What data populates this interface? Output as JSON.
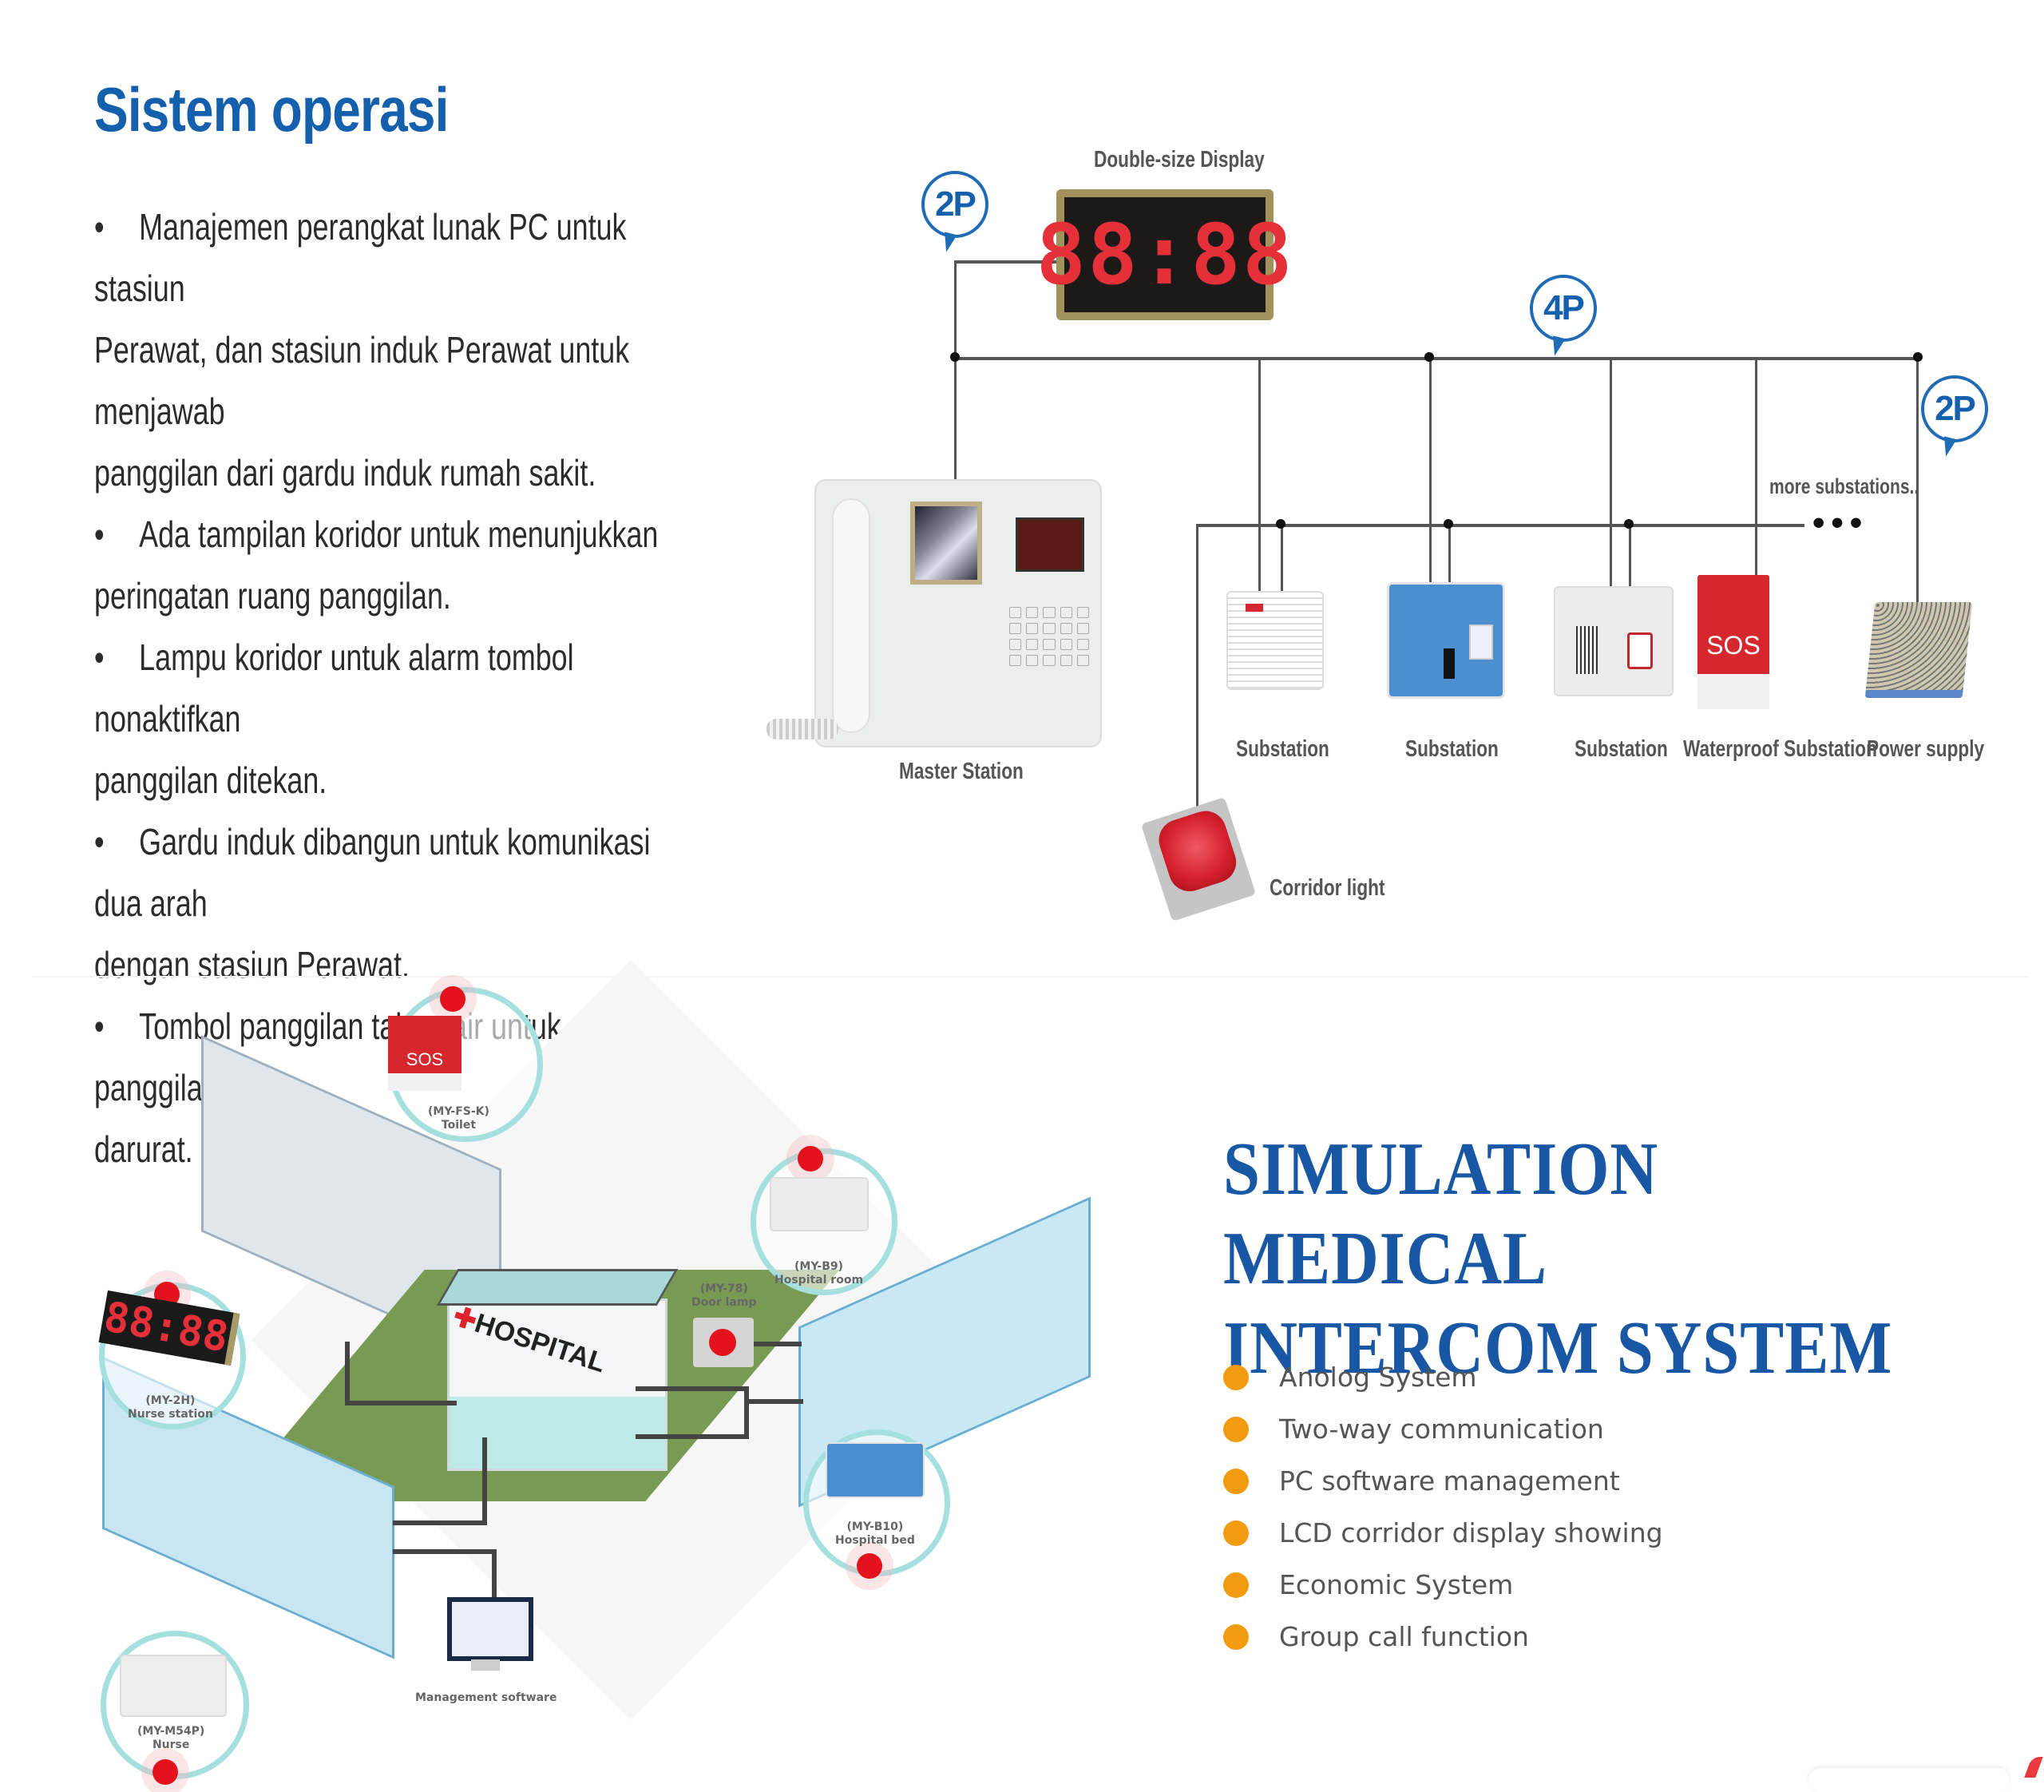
{
  "operation_section": {
    "title": "Sistem operasi",
    "bullet_glyph": "•",
    "bullets": [
      {
        "line1": "Manajemen perangkat lunak PC untuk stasiun",
        "line2": "Perawat, dan stasiun induk Perawat untuk menjawab",
        "line3": "panggilan dari gardu induk rumah sakit."
      },
      {
        "line1": "Ada tampilan koridor untuk menunjukkan",
        "line2": "peringatan ruang panggilan."
      },
      {
        "line1": "Lampu koridor untuk alarm tombol nonaktifkan",
        "line2": "panggilan ditekan."
      },
      {
        "line1": "Gardu induk dibangun untuk komunikasi dua arah",
        "line2": "dengan stasiun Perawat."
      },
      {
        "line1": "Tombol panggilan tahan air untuk panggilan",
        "line2": "darurat."
      }
    ]
  },
  "wiring_diagram": {
    "display_label": "Double-size Display",
    "display_digits": "88:88",
    "wire_tags": {
      "display": "2P",
      "bus": "4P",
      "power": "2P"
    },
    "more_label": "more substations..",
    "more_dots": "•••",
    "devices": {
      "master": "Master Station",
      "substation_1": "Substation",
      "substation_2": "Substation",
      "substation_3": "Substation",
      "waterproof": "Waterproof Substation",
      "power": "Power supply",
      "corridor": "Corridor light"
    },
    "sos_text": "SOS"
  },
  "illustration": {
    "hospital_sign": "HOSPITAL",
    "hospital_cross": "✚",
    "callouts": {
      "toilet": {
        "model": "(MY-FS-K)",
        "place": "Toilet",
        "sos": "SOS"
      },
      "nurse_station": {
        "model": "(MY-2H)",
        "place": "Nurse station",
        "digits": "88:88"
      },
      "hospital_room": {
        "model": "(MY-B9)",
        "place": "Hospital room"
      },
      "door_lamp": {
        "model": "(MY-78)",
        "place": "Door lamp"
      },
      "hospital_bed": {
        "model": "(MY-B10)",
        "place": "Hospital bed"
      },
      "nurse": {
        "model": "(MY-M54P)",
        "place": "Nurse"
      }
    },
    "management_label": "Management software"
  },
  "product_section": {
    "heading_line1": "SIMULATION MEDICAL",
    "heading_line2": "INTERCOM SYSTEM",
    "features": [
      "Anolog System",
      "Two-way communication",
      "PC software management",
      "LCD corridor display showing",
      "Economic System",
      "Group call function"
    ]
  },
  "colors": {
    "title_blue": "#1560ad",
    "heading_blue": "#1757a3",
    "feature_dot": "#f39b0e",
    "alarm_red": "#e4121c",
    "callout_teal": "#a5e0de"
  }
}
